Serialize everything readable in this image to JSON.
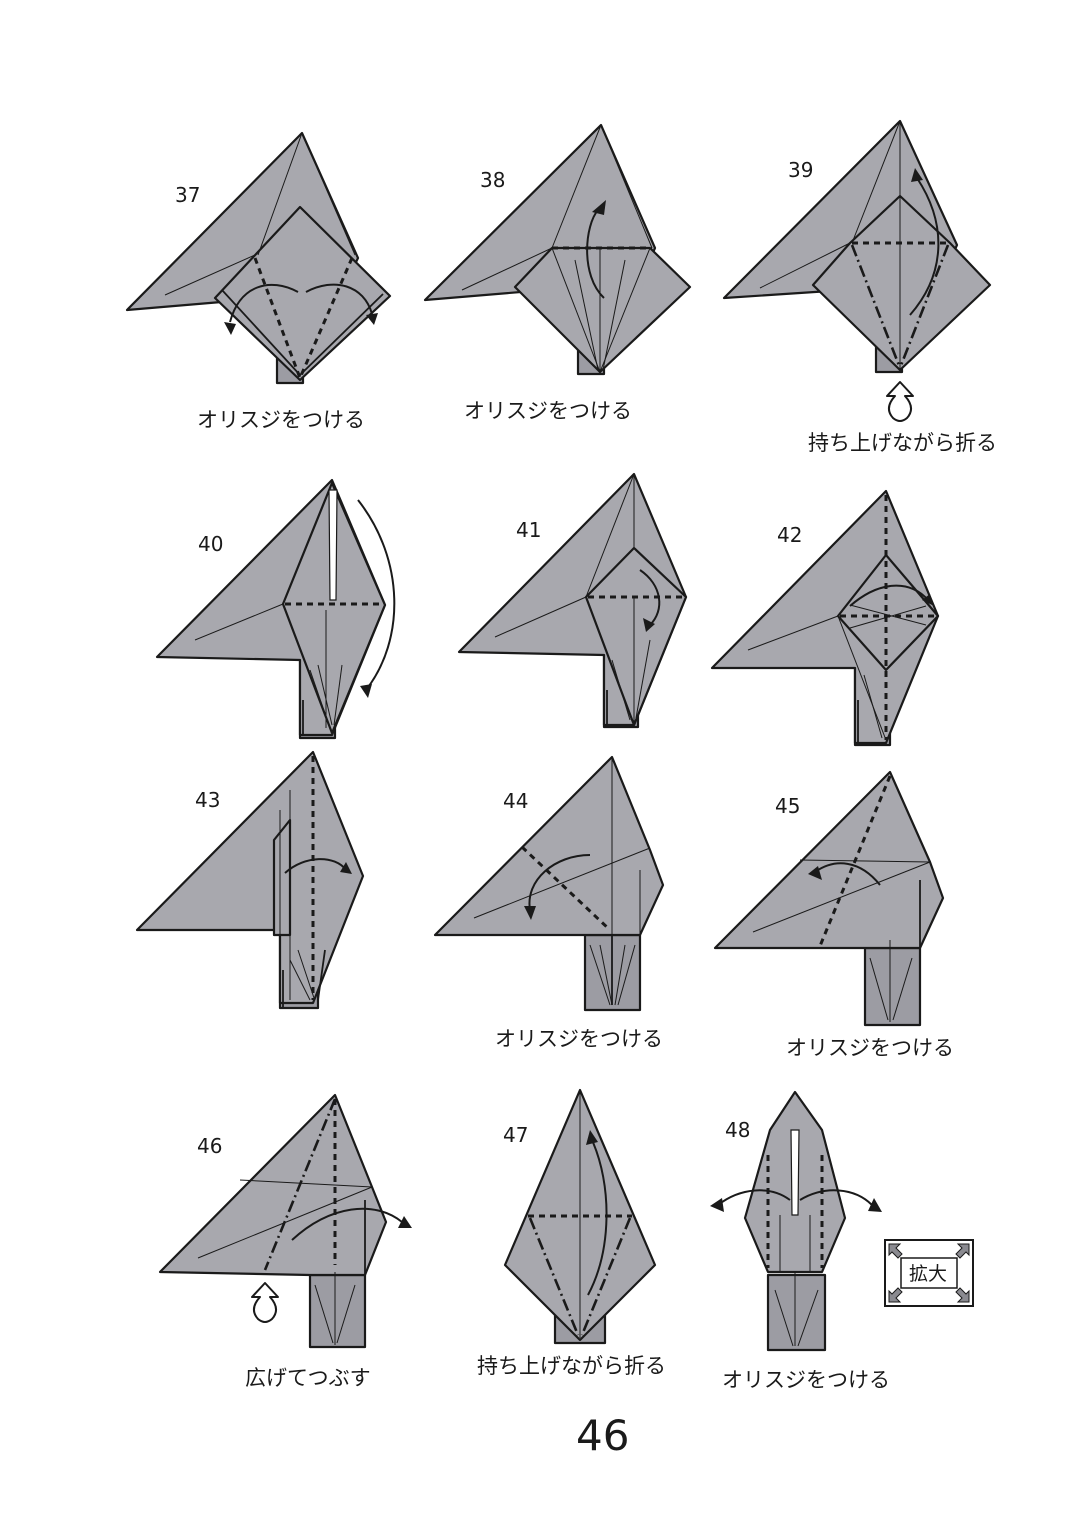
{
  "steps": [
    {
      "number": "37",
      "caption": "オリスジをつける"
    },
    {
      "number": "38",
      "caption": "オリスジをつける"
    },
    {
      "number": "39",
      "caption": "持ち上げながら折る"
    },
    {
      "number": "40",
      "caption": ""
    },
    {
      "number": "41",
      "caption": ""
    },
    {
      "number": "42",
      "caption": ""
    },
    {
      "number": "43",
      "caption": ""
    },
    {
      "number": "44",
      "caption": "オリスジをつける"
    },
    {
      "number": "45",
      "caption": "オリスジをつける"
    },
    {
      "number": "46",
      "caption": "広げてつぶす"
    },
    {
      "number": "47",
      "caption": "持ち上げながら折る"
    },
    {
      "number": "48",
      "caption": "オリスジをつける"
    }
  ],
  "zoom_badge": "拡大",
  "page_number": "46",
  "icons": [
    "open-arrow-icon",
    "curved-arrow-icon",
    "zoom-badge-icon"
  ]
}
